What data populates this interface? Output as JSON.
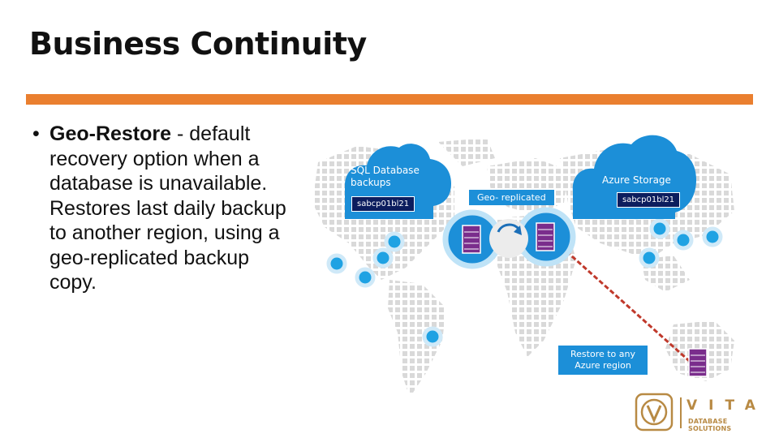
{
  "slide": {
    "title": "Business Continuity",
    "bullet": {
      "bullet_char": "•",
      "bold": "Geo-Restore",
      "text": " - default recovery option when a database is unavailable. Restores last daily backup to another region, using a geo-replicated backup copy."
    }
  },
  "diagram": {
    "sql_cloud_label": "SQL Database backups",
    "sql_chip": "sabcp01bl21",
    "geo_label": "Geo- replicated",
    "azure_cloud_label": "Azure Storage",
    "azure_chip": "sabcp01bl21",
    "restore_label": "Restore to any Azure region"
  },
  "logo": {
    "brand": "VITA",
    "subtitle": "DATABASE SOLUTIONS"
  },
  "colors": {
    "accent_bar": "#ea7f2f",
    "cloud": "#1c8fd8",
    "chip": "#0c1d5e",
    "server": "#7a2d8c",
    "logo": "#b88a44"
  }
}
